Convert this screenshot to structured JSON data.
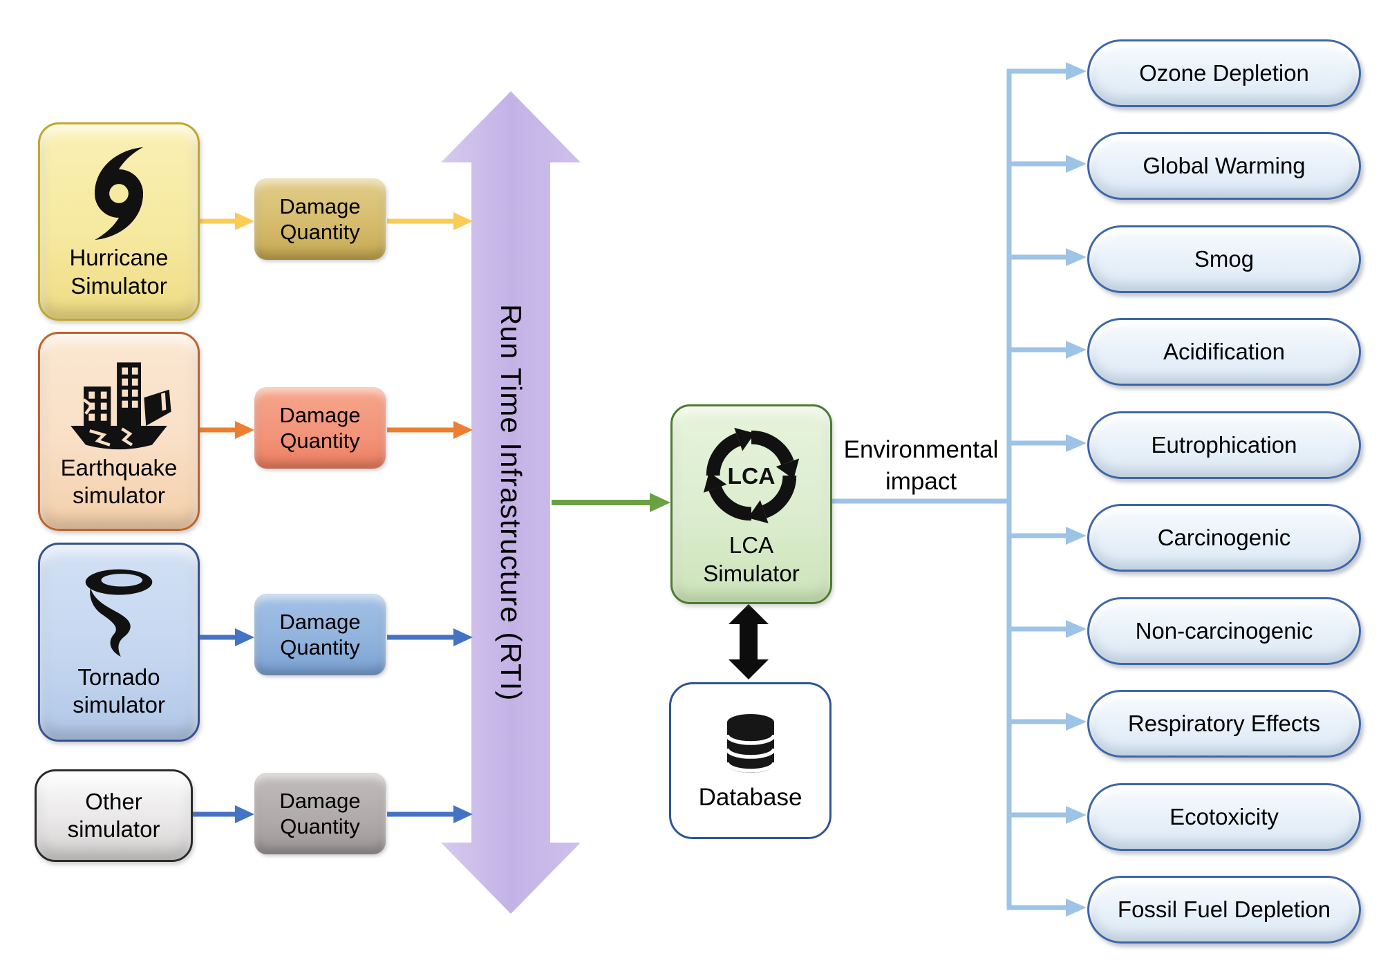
{
  "diagram": {
    "simulators": [
      {
        "id": "hurricane",
        "label": "Hurricane\nSimulator",
        "icon": "hurricane-icon",
        "box_color": "#F6E9A0",
        "border_color": "#C0A72E",
        "arrow_color": "#FBCC55",
        "damage_label": "Damage\nQuantity",
        "damage_box_color": "#D4BA6A"
      },
      {
        "id": "earthquake",
        "label": "Earthquake\nsimulator",
        "icon": "earthquake-icon",
        "box_color": "#F9DFC6",
        "border_color": "#C0622B",
        "arrow_color": "#ED7D31",
        "damage_label": "Damage\nQuantity",
        "damage_box_color": "#F29379"
      },
      {
        "id": "tornado",
        "label": "Tornado\nsimulator",
        "icon": "tornado-icon",
        "box_color": "#C5D7F0",
        "border_color": "#33528F",
        "arrow_color": "#4472C4",
        "damage_label": "Damage\nQuantity",
        "damage_box_color": "#8FB2DC"
      },
      {
        "id": "other",
        "label": "Other\nsimulator",
        "icon": "none",
        "box_color": "#E9E7E7",
        "border_color": "#2B2B2B",
        "arrow_color": "#4472C4",
        "damage_label": "Damage\nQuantity",
        "damage_box_color": "#AFA9A9"
      }
    ],
    "rti": {
      "label": "Run Time Infrastructure (RTI)",
      "arrow_color": "#C8B7E8"
    },
    "lca": {
      "icon_text": "LCA",
      "label": "LCA\nSimulator",
      "box_color": "#DCEDCF",
      "border_color": "#4E7B2F",
      "input_arrow_color": "#6BA043"
    },
    "environmental_impact_label": "Environmental\nimpact",
    "database": {
      "label": "Database",
      "border_color": "#2F5496"
    },
    "connector_color": "#9DC3E6",
    "pill_border_color": "#3E66A8",
    "impacts": [
      "Ozone Depletion",
      "Global Warming",
      "Smog",
      "Acidification",
      "Eutrophication",
      "Carcinogenic",
      "Non-carcinogenic",
      "Respiratory Effects",
      "Ecotoxicity",
      "Fossil Fuel Depletion"
    ]
  }
}
